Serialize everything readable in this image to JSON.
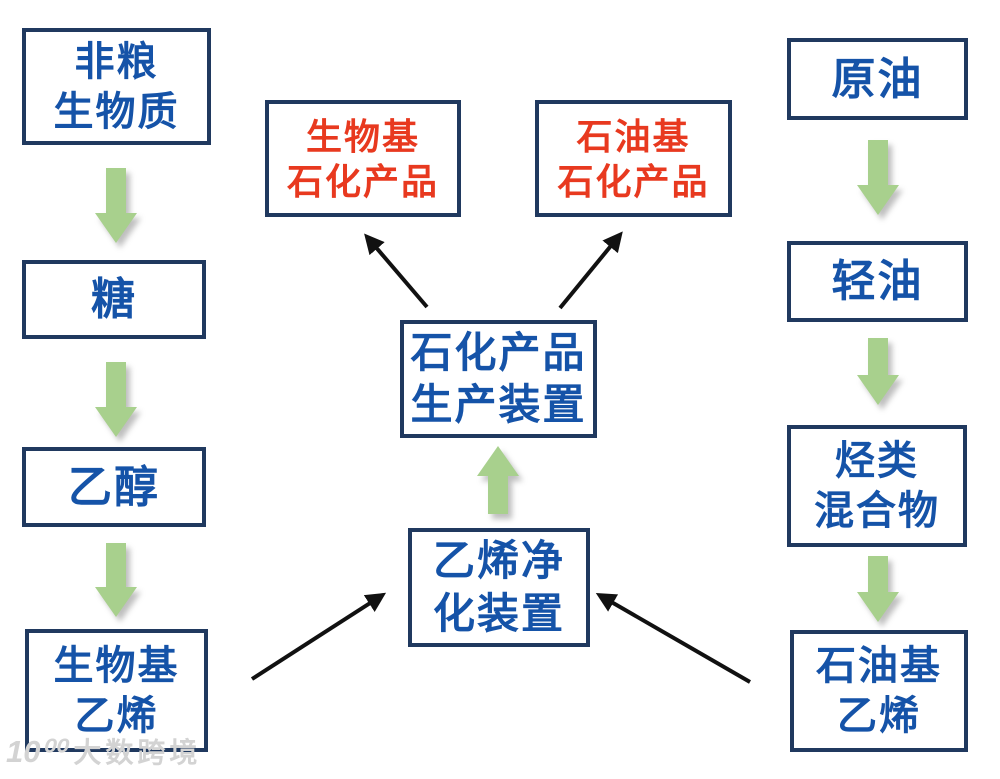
{
  "page": {
    "background": "#ffffff"
  },
  "colors": {
    "box_border": "#20395f",
    "blue_text": "#1553a8",
    "red_text": "#e8391f",
    "green_arrow": "#a8d08d",
    "black_arrow": "#111111"
  },
  "nodes": {
    "biomass": {
      "label": "非粮\n生物质"
    },
    "sugar": {
      "label": "糖"
    },
    "ethanol": {
      "label": "乙醇"
    },
    "bio_ethylene": {
      "label": "生物基\n乙烯"
    },
    "bio_petrochemicals": {
      "label": "生物基\n石化产品"
    },
    "petro_petrochemicals": {
      "label": "石油基\n石化产品"
    },
    "production_unit": {
      "label": "石化产品\n生产装置"
    },
    "purification_unit": {
      "label": "乙烯净\n化装置"
    },
    "crude_oil": {
      "label": "原油"
    },
    "light_oil": {
      "label": "轻油"
    },
    "hydrocarbon_mixture": {
      "label": "烃类\n混合物"
    },
    "petro_ethylene": {
      "label": "石油基\n乙烯"
    }
  },
  "watermark": {
    "logo": "10⁰⁰",
    "text": "大数跨境"
  }
}
